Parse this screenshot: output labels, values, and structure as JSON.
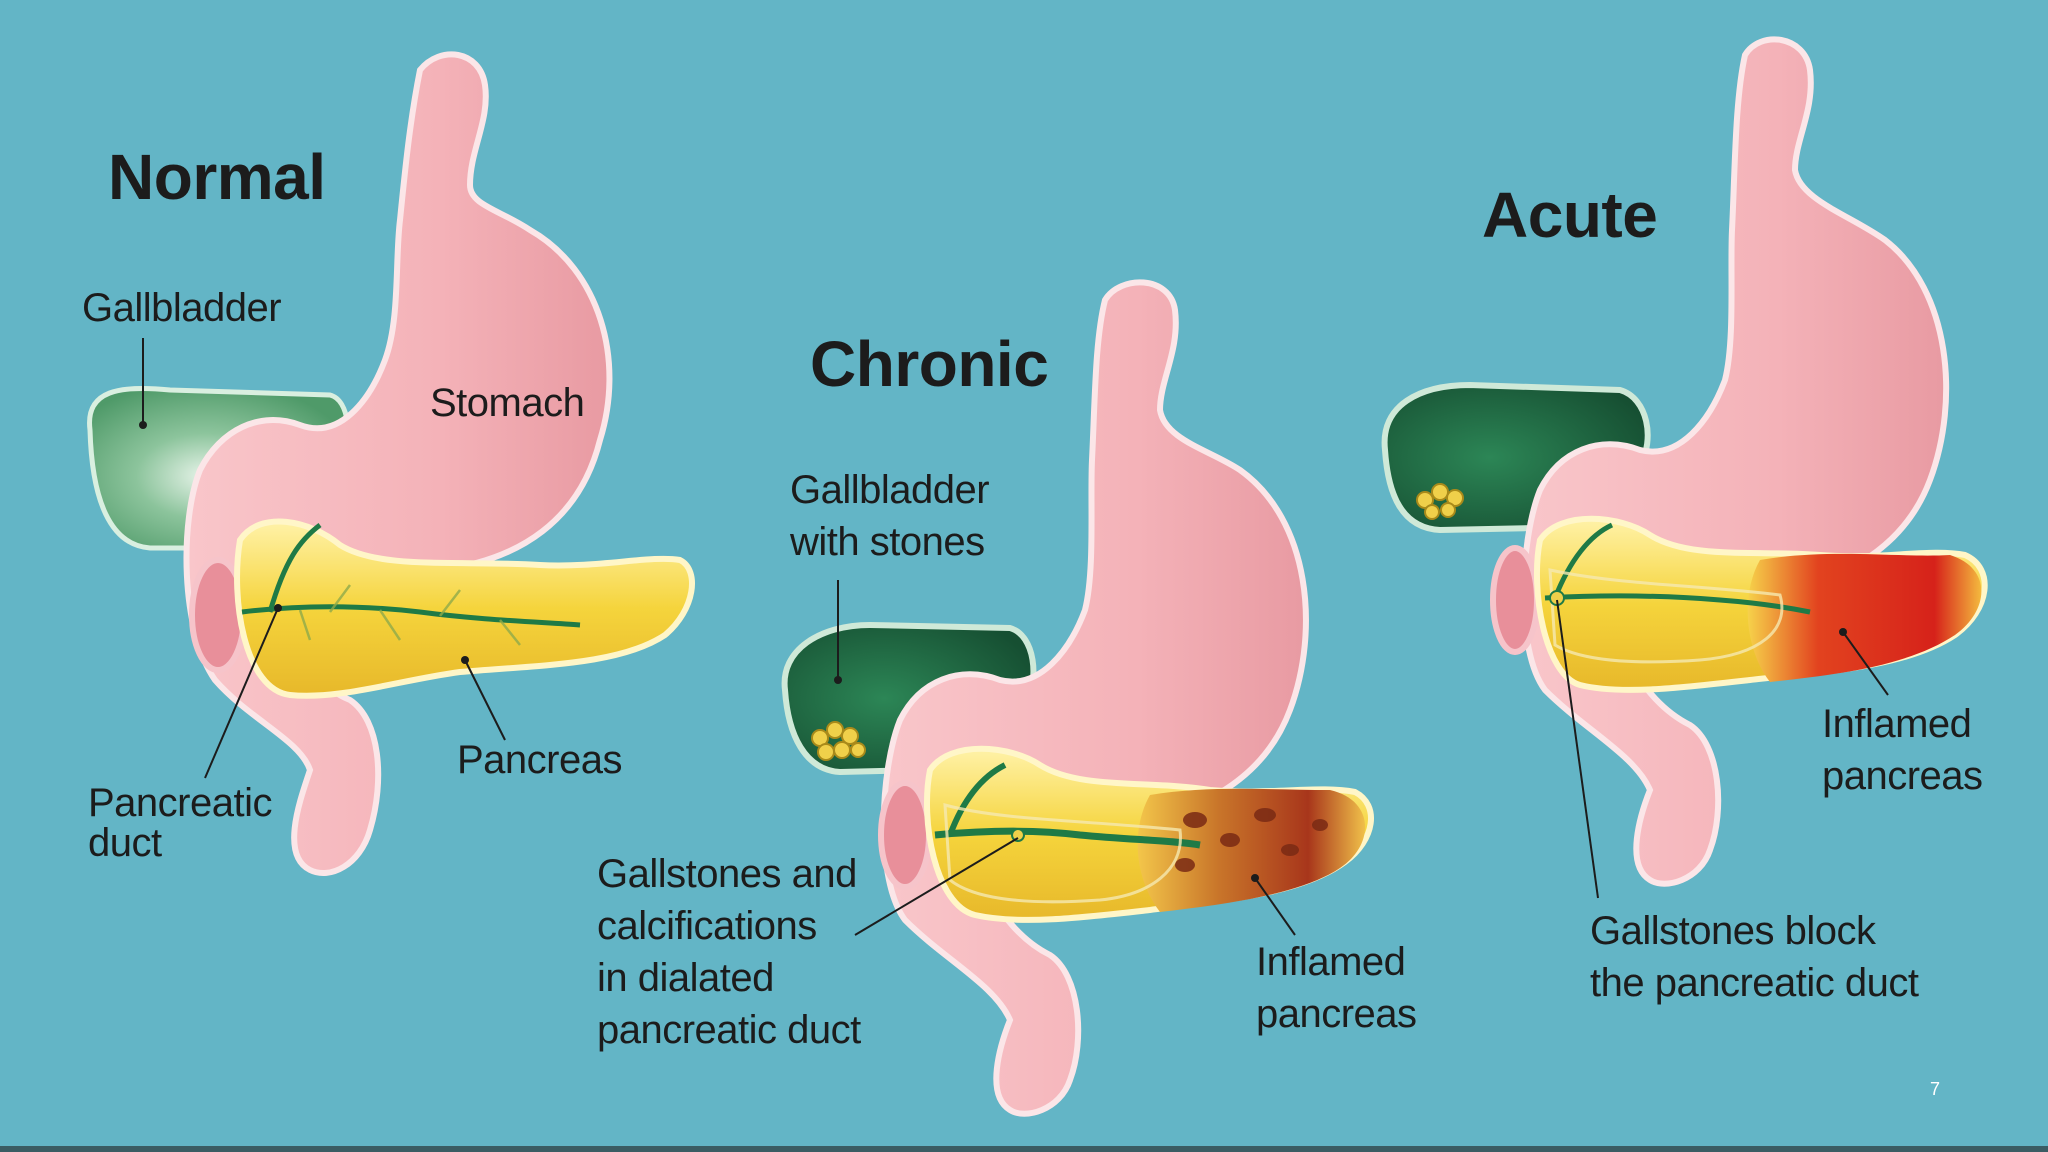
{
  "colors": {
    "background": "#63b5c6",
    "stomach": "#f6b7bc",
    "gallbladder_normal": "#5fa978",
    "gallbladder_diseased": "#1f6b45",
    "pancreas": "#f3d23a",
    "inflamed": "#d82a1e",
    "duct": "#1f7a46"
  },
  "panels": {
    "normal": {
      "title": "Normal",
      "gallbladder": "Gallbladder",
      "stomach": "Stomach",
      "pancreas": "Pancreas",
      "duct": "Pancreatic\nduct"
    },
    "chronic": {
      "title": "Chronic",
      "gallbladder": "Gallbladder\nwith stones",
      "gallstones": "Gallstones and\ncalcifications\nin dialated\npancreatic duct",
      "inflamed": "Inflamed\npancreas"
    },
    "acute": {
      "title": "Acute",
      "inflamed": "Inflamed\npancreas",
      "blocked": "Gallstones block\nthe pancreatic duct"
    }
  },
  "page_number": "7"
}
